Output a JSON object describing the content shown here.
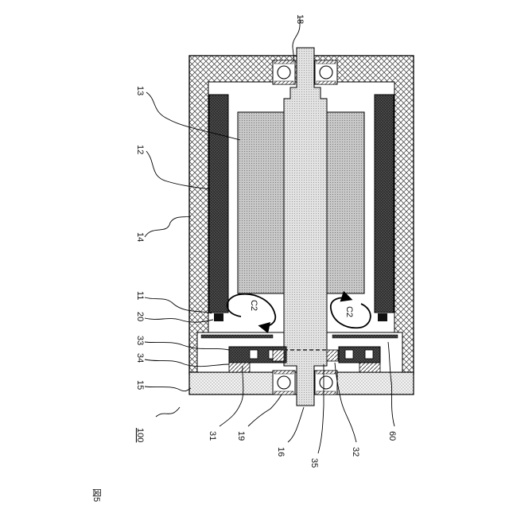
{
  "figure": {
    "caption": "図5",
    "ref_main": "100"
  },
  "labels": {
    "l18": "18",
    "l13": "13",
    "l12": "12",
    "l14": "14",
    "l11": "11",
    "l20": "20",
    "l33": "33",
    "l34": "34",
    "l15": "15",
    "l31": "31",
    "l19": "19",
    "l16": "16",
    "l35": "35",
    "l32": "32",
    "l60": "60"
  },
  "flow": {
    "left": "C2",
    "right": "C2"
  }
}
